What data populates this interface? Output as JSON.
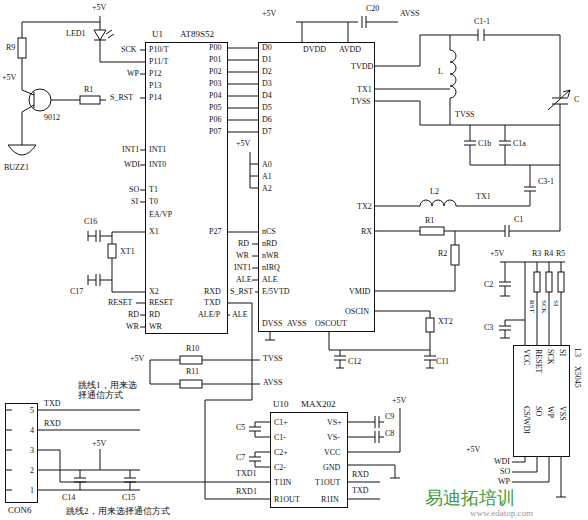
{
  "diagram": {
    "nodes": [
      {
        "text": [
          "U1",
          "AT89S52",
          "P10/T",
          "P11/T",
          "P12",
          "P13",
          "P14",
          "INT1",
          "INT0",
          "T1",
          "T0",
          "EA/VP",
          "X1",
          "X2",
          "RESET",
          "RD",
          "WR",
          "P00",
          "P01",
          "P02",
          "P03",
          "P04",
          "P05",
          "P06",
          "P07",
          "P27",
          "RXD",
          "TXD",
          "ALE/P"
        ]
      },
      {
        "text": [
          "DVDD",
          "AVDD",
          "D0",
          "D1",
          "D2",
          "D3",
          "D4",
          "D5",
          "D6",
          "D7",
          "A0",
          "A1",
          "A2",
          "nCS",
          "nRD",
          "nWR",
          "nIRQ",
          "ALE",
          "E/5VTD",
          "TVDD",
          "TX1",
          "TVSS",
          "TX2",
          "RX",
          "VMID",
          "OSCIN",
          "DVSS",
          "AVSS",
          "OSCOUT"
        ]
      },
      {
        "text": [
          "L3",
          "X5045",
          "VCC",
          "RESET",
          "SCK",
          "SI",
          "CS/WDI",
          "SO",
          "WP",
          "VSS"
        ]
      },
      {
        "text": [
          "5",
          "4",
          "3",
          "2",
          "1",
          "CON6"
        ]
      },
      {
        "text": [
          "U10",
          "MAX202",
          "C1+",
          "C1-",
          "C2+",
          "C2-",
          "T1IN",
          "R1OUT",
          "VS+",
          "VS-",
          "VCC",
          "GND",
          "T1OUT",
          "R1IN"
        ]
      }
    ],
    "edges": [
      {
        "from": 0,
        "to": 1,
        "arrow": "none"
      },
      {
        "from": 4,
        "to": 3,
        "arrow": "none"
      },
      {
        "from": 0,
        "to": 4,
        "arrow": "none"
      }
    ],
    "labels": [
      "+5V",
      "R9",
      "LED1",
      "+5V",
      "R1",
      "9012",
      "BUZZ1",
      "SCK",
      "WP",
      "S_RST",
      "INT1",
      "WDI",
      "SO",
      "SI",
      "C16",
      "XT1",
      "C17",
      "RESET",
      "RD",
      "WR",
      "+5V",
      "RD",
      "WR",
      "INT1",
      "ALE",
      "S_RST",
      "ALE",
      "+5V",
      "C20",
      "AVSS",
      "C1-1",
      "L",
      "TVSS",
      "C",
      "C1b",
      "C1a",
      "L2",
      "TX1",
      "C3-1",
      "R1",
      "C1",
      "R2",
      "XT2",
      "C12",
      "C11",
      "+5V",
      "R3",
      "R4",
      "R5",
      "C2",
      "C3",
      "RST",
      "SCK",
      "SI",
      "+5V",
      "WDI",
      "SO",
      "WP",
      "+5V",
      "R10",
      "R11",
      "TVSS",
      "AVSS",
      "TXD",
      "RXD",
      "跳线1，用来选择通信方式",
      "+5V",
      "C14",
      "C15",
      "跳线2，用来选择通信方式",
      "C5",
      "C7",
      "TXD1",
      "RXD1",
      "+5V",
      "C9",
      "C8",
      "RXD",
      "TXD",
      "易迪拓培训",
      "www.edatop.com"
    ]
  }
}
